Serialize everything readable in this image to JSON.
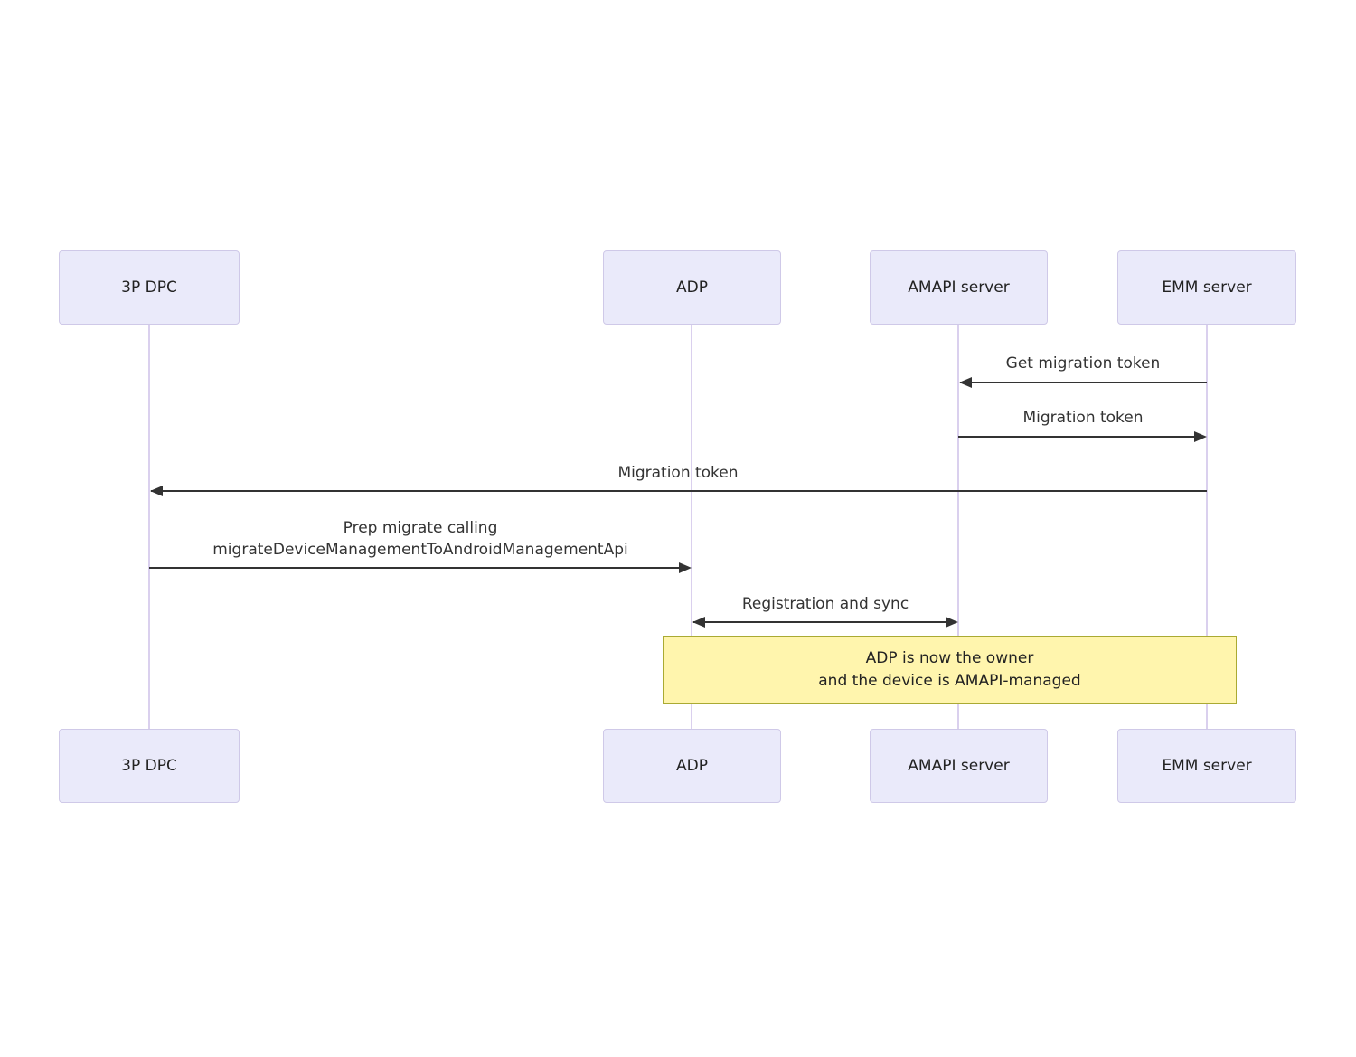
{
  "diagram": {
    "type": "sequence-diagram",
    "actors": [
      {
        "id": "3p-dpc",
        "label": "3P DPC"
      },
      {
        "id": "adp",
        "label": "ADP"
      },
      {
        "id": "amapi-server",
        "label": "AMAPI server"
      },
      {
        "id": "emm-server",
        "label": "EMM server"
      }
    ],
    "messages": [
      {
        "from": "EMM server",
        "to": "AMAPI server",
        "label": "Get migration token",
        "direction": "left"
      },
      {
        "from": "AMAPI server",
        "to": "EMM server",
        "label": "Migration token",
        "direction": "right"
      },
      {
        "from": "EMM server",
        "to": "3P DPC",
        "label": "Migration token",
        "direction": "left"
      },
      {
        "from": "3P DPC",
        "to": "ADP",
        "label_line1": "Prep migrate calling",
        "label_line2": "migrateDeviceManagementToAndroidManagementApi",
        "direction": "right"
      },
      {
        "from": "ADP",
        "to": "AMAPI server",
        "label": "Registration and sync",
        "direction": "both"
      }
    ],
    "note": {
      "over": "ADP, AMAPI server, EMM server",
      "line1": "ADP is now the owner",
      "line2": "and the device is AMAPI-managed"
    },
    "colors": {
      "background": "#ffffff",
      "actor_fill": "#eaeafa",
      "actor_border": "#cfc9e8",
      "lifeline": "#dad0ee",
      "arrow": "#333333",
      "message_text": "#333333",
      "note_fill": "#fff5ad",
      "note_border": "#aaaa33"
    }
  }
}
